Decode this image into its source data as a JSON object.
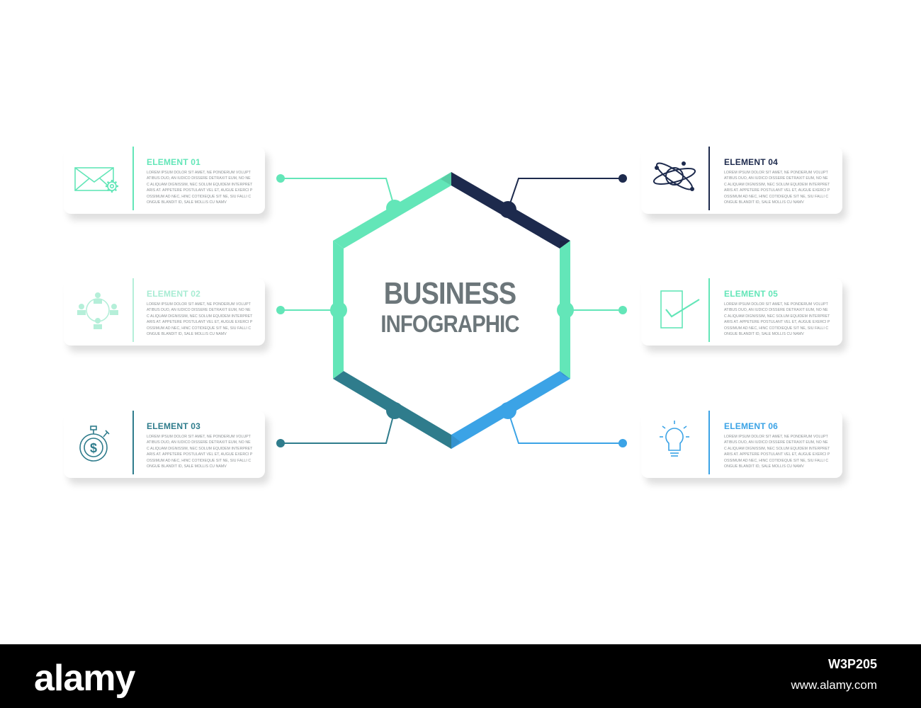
{
  "center": {
    "line1": "BUSINESS",
    "line2": "INFOGRAPHIC"
  },
  "colors": {
    "mint": "#63e6b8",
    "navy": "#1d2a4d",
    "teal": "#2f7c8c",
    "blue": "#3ba3e6",
    "text_gray": "#6c767a"
  },
  "elements": [
    {
      "title": "ELEMENT 01",
      "icon": "envelope-gear-icon",
      "color": "#63e6b8",
      "side": "left",
      "body": "LOREM IPSUM DOLOR SIT AMET, NE PONDERUM VOLUPTATIBUS DUO, AN IUDICO DISSERE DETRAXIT EUM, NO NEC ALIQUAM DIGNISSIM, NEC SOLUM EQUIDEM INTERPRETARIS AT. APPETERE POSTULANT VEL ET, AUGUE EXERCI POSSIMUM AD NEC, HINC COTIDIEQUE SIT NE, SIU FALLI CONGUE BLANDIT ID, SALE MOLLIS CU NAMV"
    },
    {
      "title": "ELEMENT 02",
      "icon": "team-network-icon",
      "color": "#63e6b8",
      "side": "left",
      "body": "LOREM IPSUM DOLOR SIT AMET, NE PONDERUM VOLUPTATIBUS DUO, AN IUDICO DISSERE DETRAXIT EUM, NO NEC ALIQUAM DIGNISSIM, NEC SOLUM EQUIDEM INTERPRETARIS AT. APPETERE POSTULANT VEL ET, AUGUE EXERCI POSSIMUM AD NEC, HINC COTIDIEQUE SIT NE, SIU FALLI CONGUE BLANDIT ID, SALE MOLLIS CU NAMV"
    },
    {
      "title": "ELEMENT 03",
      "icon": "money-stopwatch-icon",
      "color": "#2f7c8c",
      "side": "left",
      "body": "LOREM IPSUM DOLOR SIT AMET, NE PONDERUM VOLUPTATIBUS DUO, AN IUDICO DISSERE DETRAXIT EUM, NO NEC ALIQUAM DIGNISSIM, NEC SOLUM EQUIDEM INTERPRETARIS AT. APPETERE POSTULANT VEL ET, AUGUE EXERCI POSSIMUM AD NEC, HINC COTIDIEQUE SIT NE, SIU FALLI CONGUE BLANDIT ID, SALE MOLLIS CU NAMV"
    },
    {
      "title": "ELEMENT 04",
      "icon": "atom-icon",
      "color": "#1d2a4d",
      "side": "right",
      "body": "LOREM IPSUM DOLOR SIT AMET, NE PONDERUM VOLUPTATIBUS DUO, AN IUDICO DISSERE DETRAXIT EUM, NO NEC ALIQUAM DIGNISSIM, NEC SOLUM EQUIDEM INTERPRETARIS AT. APPETERE POSTULANT VEL ET, AUGUE EXERCI POSSIMUM AD NEC, HINC COTIDIEQUE SIT NE, SIU FALLI CONGUE BLANDIT ID, SALE MOLLIS CU NAMV"
    },
    {
      "title": "ELEMENT 05",
      "icon": "checklist-icon",
      "color": "#63e6b8",
      "side": "right",
      "body": "LOREM IPSUM DOLOR SIT AMET, NE PONDERUM VOLUPTATIBUS DUO, AN IUDICO DISSERE DETRAXIT EUM, NO NEC ALIQUAM DIGNISSIM, NEC SOLUM EQUIDEM INTERPRETARIS AT. APPETERE POSTULANT VEL ET, AUGUE EXERCI POSSIMUM AD NEC, HINC COTIDIEQUE SIT NE, SIU FALLI CONGUE BLANDIT ID, SALE MOLLIS CU NAMV"
    },
    {
      "title": "ELEMENT 06",
      "icon": "lightbulb-icon",
      "color": "#3ba3e6",
      "side": "right",
      "body": "LOREM IPSUM DOLOR SIT AMET, NE PONDERUM VOLUPTATIBUS DUO, AN IUDICO DISSERE DETRAXIT EUM, NO NEC ALIQUAM DIGNISSIM, NEC SOLUM EQUIDEM INTERPRETARIS AT. APPETERE POSTULANT VEL ET, AUGUE EXERCI POSSIMUM AD NEC, HINC COTIDIEQUE SIT NE, SIU FALLI CONGUE BLANDIT ID, SALE MOLLIS CU NAMV"
    }
  ],
  "watermark": {
    "logo": "alamy",
    "image_id": "W3P205",
    "url": "www.alamy.com"
  }
}
